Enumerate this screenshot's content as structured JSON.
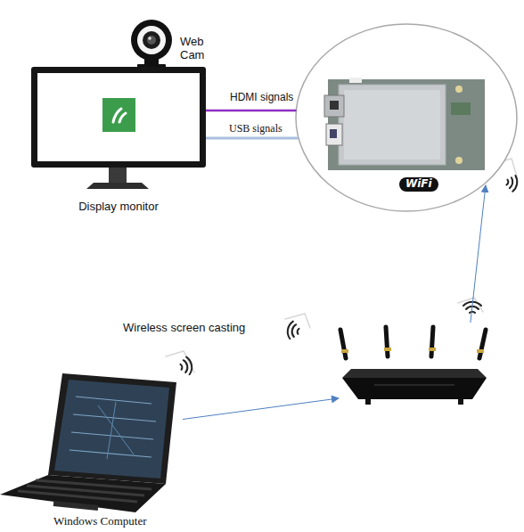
{
  "diagram": {
    "nodes": [
      {
        "text": [
          "Web Cam"
        ]
      },
      {
        "text": [
          "Display monitor"
        ]
      },
      {
        "text": [
          "WiFi"
        ]
      },
      {
        "text": []
      },
      {
        "text": [
          "Windows Computer"
        ]
      }
    ],
    "edges": [
      {
        "from": 1,
        "to": 2,
        "label": "HDMI signals",
        "arrow": "none"
      },
      {
        "from": 1,
        "to": 2,
        "label": "USB signals",
        "arrow": "none"
      },
      {
        "from": 4,
        "to": 3,
        "arrow": "to"
      },
      {
        "from": 3,
        "to": 2,
        "arrow": "to"
      }
    ],
    "labels": [
      "Wireless screen casting"
    ]
  }
}
